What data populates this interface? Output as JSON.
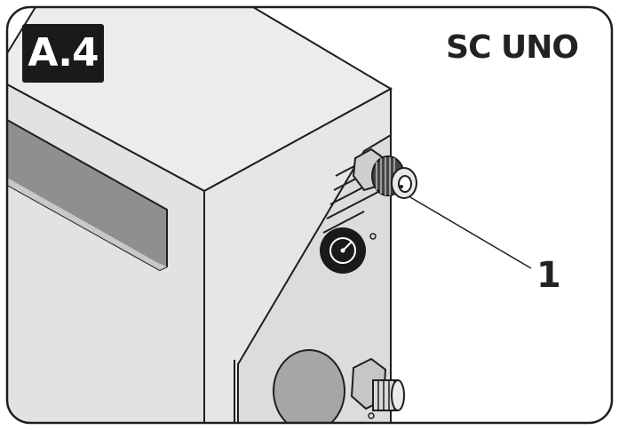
{
  "figure": {
    "badge_label": "A.4",
    "model_label": "SC UNO",
    "callout_number": "1"
  },
  "colors": {
    "badge_bg": "#1a1a1a",
    "machine_front": "#e3e3e3",
    "machine_top": "#ebebeb",
    "machine_side": "#dcdcdc",
    "outline": "#1e1e1e",
    "handle_recess": "#8a8a8a"
  }
}
